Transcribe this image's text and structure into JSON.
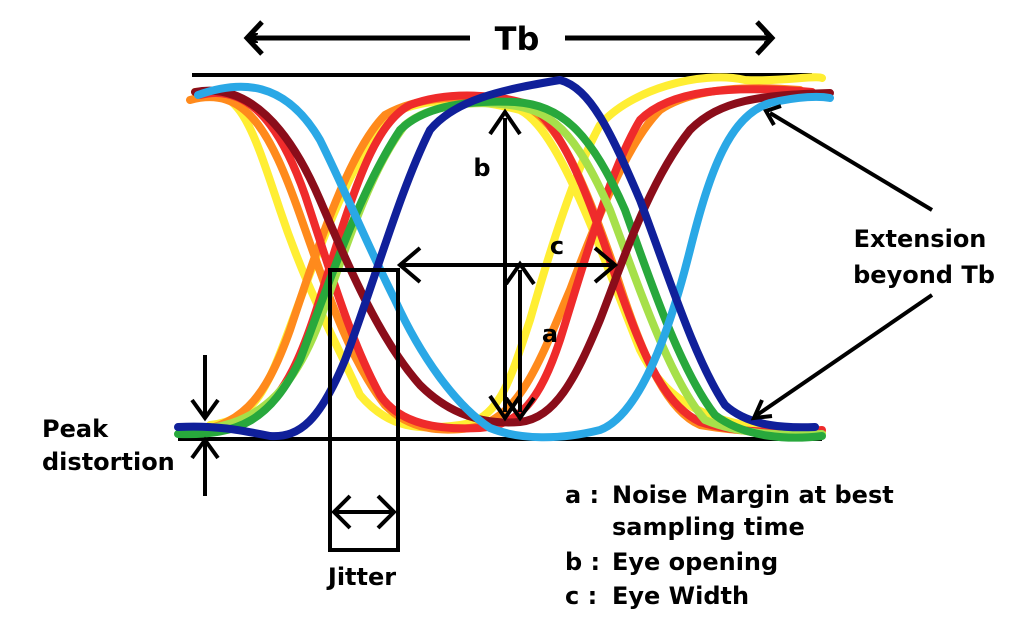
{
  "labels": {
    "tb": "Tb",
    "b": "b",
    "c": "c",
    "a": "a",
    "extension_line1": "Extension",
    "extension_line2": "beyond Tb",
    "peak_line1": "Peak",
    "peak_line2": "distortion",
    "jitter": "Jitter"
  },
  "legend": [
    {
      "key": "a :",
      "text": "Noise Margin at best"
    },
    {
      "key": "",
      "text": "sampling time"
    },
    {
      "key": "b :",
      "text": "Eye opening"
    },
    {
      "key": "c :",
      "text": "Eye Width"
    }
  ],
  "colors": {
    "red": "#ef2b2b",
    "yellow": "#ffee33",
    "orange": "#ff8a1c",
    "lime": "#a6e04a",
    "green": "#28a83c",
    "maroon": "#8b0d1a",
    "sky": "#2aa8e6",
    "navy": "#10209a"
  }
}
